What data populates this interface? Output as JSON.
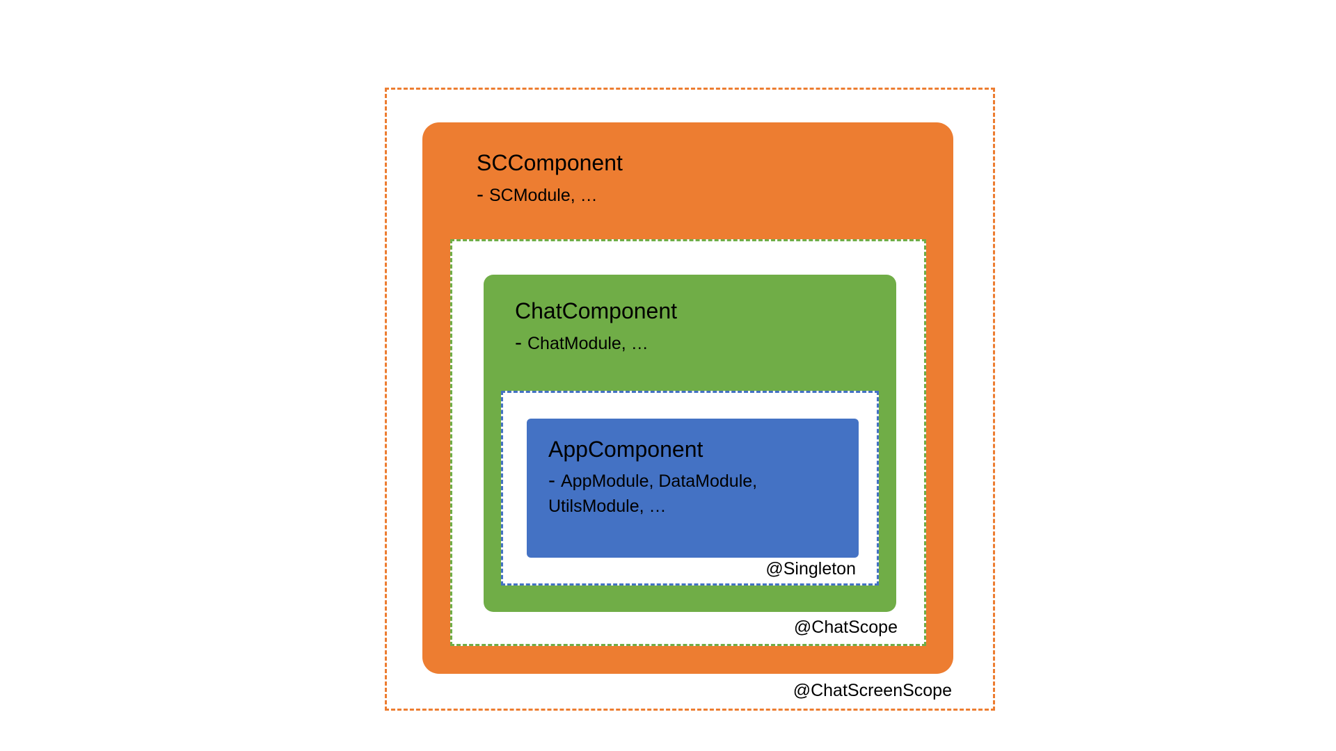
{
  "scopes": {
    "chat_screen": {
      "label": "@ChatScreenScope",
      "color": "#ED7D31"
    },
    "chat": {
      "label": "@ChatScope",
      "color": "#70AD47"
    },
    "singleton": {
      "label": "@Singleton",
      "color": "#4472C4"
    }
  },
  "components": {
    "sc": {
      "title": "SCComponent",
      "dash": "-",
      "modules": "SCModule, …",
      "color": "#ED7D31"
    },
    "chat": {
      "title": "ChatComponent",
      "dash": "-",
      "modules": "ChatModule, …",
      "color": "#70AD47"
    },
    "app": {
      "title": "AppComponent",
      "dash": "-",
      "modules_line1": "AppModule, DataModule,",
      "modules_line2": "UtilsModule, …",
      "color": "#4472C4"
    }
  }
}
